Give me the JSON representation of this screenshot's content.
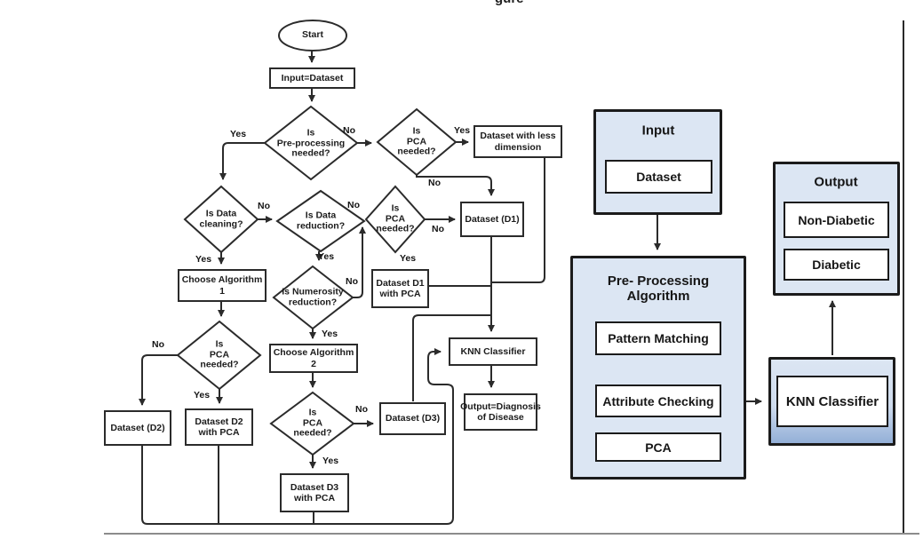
{
  "page": {
    "caption_fragment": "gure"
  },
  "colors": {
    "line": "#2b2b2b",
    "node_fill": "#ffffff",
    "panel_fill": "#dce6f3",
    "panel_border": "#1b1b1b",
    "knn_gradient_bottom": "#93afd7",
    "rule_gray": "#8c8c8c"
  },
  "flowchart": {
    "yes": "Yes",
    "no": "No",
    "nodes": {
      "start": "Start",
      "input": "Input=Dataset",
      "preprocessing": "Is\nPre-processing\nneeded?",
      "pca_top": "Is\nPCA\nneeded?",
      "less_dimension": "Dataset with less\ndimension",
      "data_cleaning": "Is Data\ncleaning?",
      "data_reduction": "Is Data\nreduction?",
      "pca_mid": "Is\nPCA\nneeded?",
      "dataset_d1": "Dataset (D1)",
      "choose_algorithm_1": "Choose Algorithm 1",
      "numerosity": "Is Numerosity\nreduction?",
      "d1_with_pca": "Dataset D1\nwith PCA",
      "pca_left": "Is\nPCA\nneeded?",
      "choose_algorithm_2": "Choose Algorithm 2",
      "dataset_d2": "Dataset (D2)",
      "d2_with_pca": "Dataset D2\nwith PCA",
      "pca_bottom": "Is\nPCA\nneeded?",
      "dataset_d3": "Dataset (D3)",
      "d3_with_pca": "Dataset D3\nwith PCA",
      "knn": "KNN Classifier",
      "output": "Output=Diagnosis\nof Disease"
    }
  },
  "panel": {
    "input_title": "Input",
    "dataset": "Dataset",
    "preprocessing_title": "Pre- Processing\nAlgorithm",
    "pattern_matching": "Pattern Matching",
    "attribute_checking": "Attribute Checking",
    "pca": "PCA",
    "knn": "KNN Classifier",
    "output_title": "Output",
    "non_diabetic": "Non-Diabetic",
    "diabetic": "Diabetic"
  }
}
